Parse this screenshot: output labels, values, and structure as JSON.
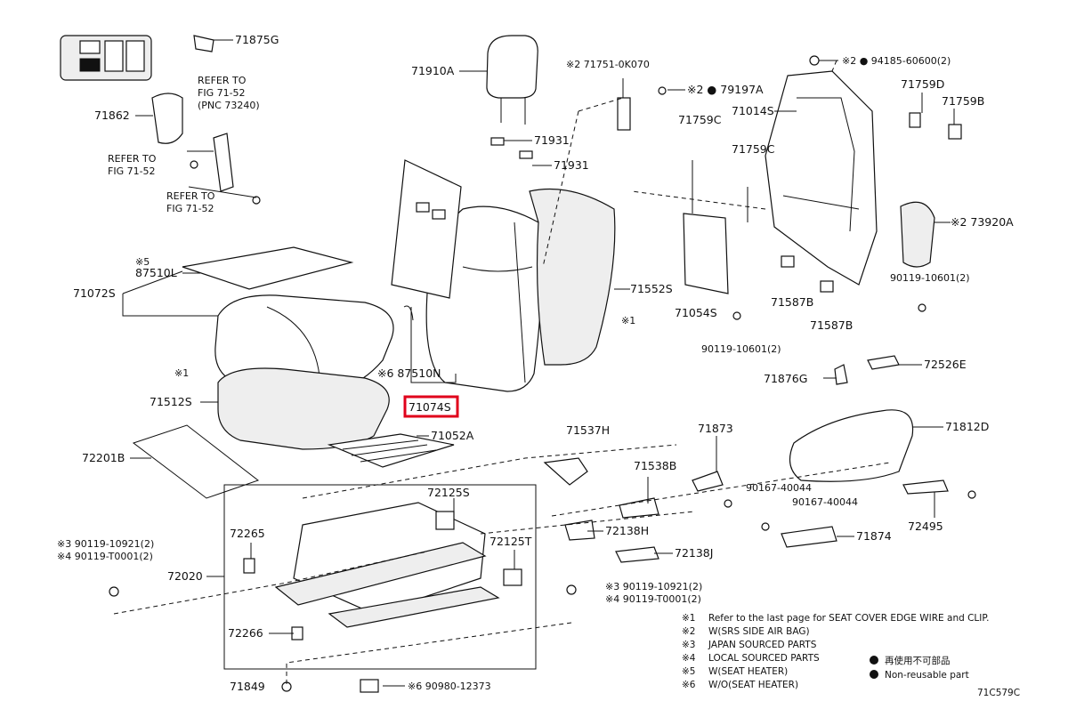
{
  "diagram_code": "71C579C",
  "highlight_label": "71074S",
  "callouts": [
    {
      "id": "71875G",
      "text": "71875G"
    },
    {
      "id": "71862",
      "text": "71862"
    },
    {
      "id": "ref1_a",
      "text": "REFER TO"
    },
    {
      "id": "ref1_b",
      "text": "FIG 71-52"
    },
    {
      "id": "ref1_c",
      "text": "(PNC 73240)"
    },
    {
      "id": "ref2_a",
      "text": "REFER TO"
    },
    {
      "id": "ref2_b",
      "text": "FIG 71-52"
    },
    {
      "id": "ref3_a",
      "text": "REFER TO"
    },
    {
      "id": "ref3_b",
      "text": "FIG 71-52"
    },
    {
      "id": "71910A",
      "text": "71910A"
    },
    {
      "id": "71931a",
      "text": "71931"
    },
    {
      "id": "71931b",
      "text": "71931"
    },
    {
      "id": "71751",
      "text": "※2 71751-0K070"
    },
    {
      "id": "79197A",
      "text": "※2 ● 79197A"
    },
    {
      "id": "94185",
      "text": "※2 ● 94185-60600(2)"
    },
    {
      "id": "71759D",
      "text": "71759D"
    },
    {
      "id": "71014S",
      "text": "71014S"
    },
    {
      "id": "71759B",
      "text": "71759B"
    },
    {
      "id": "71759C_a",
      "text": "71759C"
    },
    {
      "id": "71759C_b",
      "text": "71759C"
    },
    {
      "id": "73920A",
      "text": "※2 73920A"
    },
    {
      "id": "90119_10601_a",
      "text": "90119-10601(2)"
    },
    {
      "id": "71587B_a",
      "text": "71587B"
    },
    {
      "id": "71587B_b",
      "text": "71587B"
    },
    {
      "id": "71054S",
      "text": "71054S"
    },
    {
      "id": "90119_10601_b",
      "text": "90119-10601(2)"
    },
    {
      "id": "71552S",
      "text": "71552S"
    },
    {
      "id": "x1_right",
      "text": "※1"
    },
    {
      "id": "87510L_n",
      "text": "※5"
    },
    {
      "id": "87510L",
      "text": "87510L"
    },
    {
      "id": "71072S",
      "text": "71072S"
    },
    {
      "id": "x1_left",
      "text": "※1"
    },
    {
      "id": "87510N",
      "text": "※6 87510N"
    },
    {
      "id": "71074S",
      "text": "71074S"
    },
    {
      "id": "71512S",
      "text": "71512S"
    },
    {
      "id": "71052A",
      "text": "71052A"
    },
    {
      "id": "72201B",
      "text": "72201B"
    },
    {
      "id": "71537H",
      "text": "71537H"
    },
    {
      "id": "71873",
      "text": "71873"
    },
    {
      "id": "71876G",
      "text": "71876G"
    },
    {
      "id": "72526E",
      "text": "72526E"
    },
    {
      "id": "71812D",
      "text": "71812D"
    },
    {
      "id": "71538B",
      "text": "71538B"
    },
    {
      "id": "90167_a",
      "text": "90167-40044"
    },
    {
      "id": "90167_b",
      "text": "90167-40044"
    },
    {
      "id": "72125S",
      "text": "72125S"
    },
    {
      "id": "72138H",
      "text": "72138H"
    },
    {
      "id": "72138J",
      "text": "72138J"
    },
    {
      "id": "71874",
      "text": "71874"
    },
    {
      "id": "72495",
      "text": "72495"
    },
    {
      "id": "72265",
      "text": "72265"
    },
    {
      "id": "72125T",
      "text": "72125T"
    },
    {
      "id": "left_x3",
      "text": "※3 90119-10921(2)"
    },
    {
      "id": "left_x4",
      "text": "※4 90119-T0001(2)"
    },
    {
      "id": "72020",
      "text": "72020"
    },
    {
      "id": "72266",
      "text": "72266"
    },
    {
      "id": "mid_x3",
      "text": "※3 90119-10921(2)"
    },
    {
      "id": "mid_x4",
      "text": "※4 90119-T0001(2)"
    },
    {
      "id": "71849",
      "text": "71849"
    },
    {
      "id": "90980",
      "text": "※6 90980-12373"
    }
  ],
  "notes": [
    {
      "mark": "※1",
      "text": "Refer to the last page for SEAT COVER EDGE WIRE and CLIP."
    },
    {
      "mark": "※2",
      "text": "W(SRS SIDE AIR BAG)"
    },
    {
      "mark": "※3",
      "text": "JAPAN SOURCED PARTS"
    },
    {
      "mark": "※4",
      "text": "LOCAL SOURCED PARTS"
    },
    {
      "mark": "※5",
      "text": "W(SEAT HEATER)"
    },
    {
      "mark": "※6",
      "text": "W/O(SEAT HEATER)"
    }
  ],
  "legend": [
    {
      "text": "再使用不可部品"
    },
    {
      "text": "Non-reusable part"
    }
  ]
}
